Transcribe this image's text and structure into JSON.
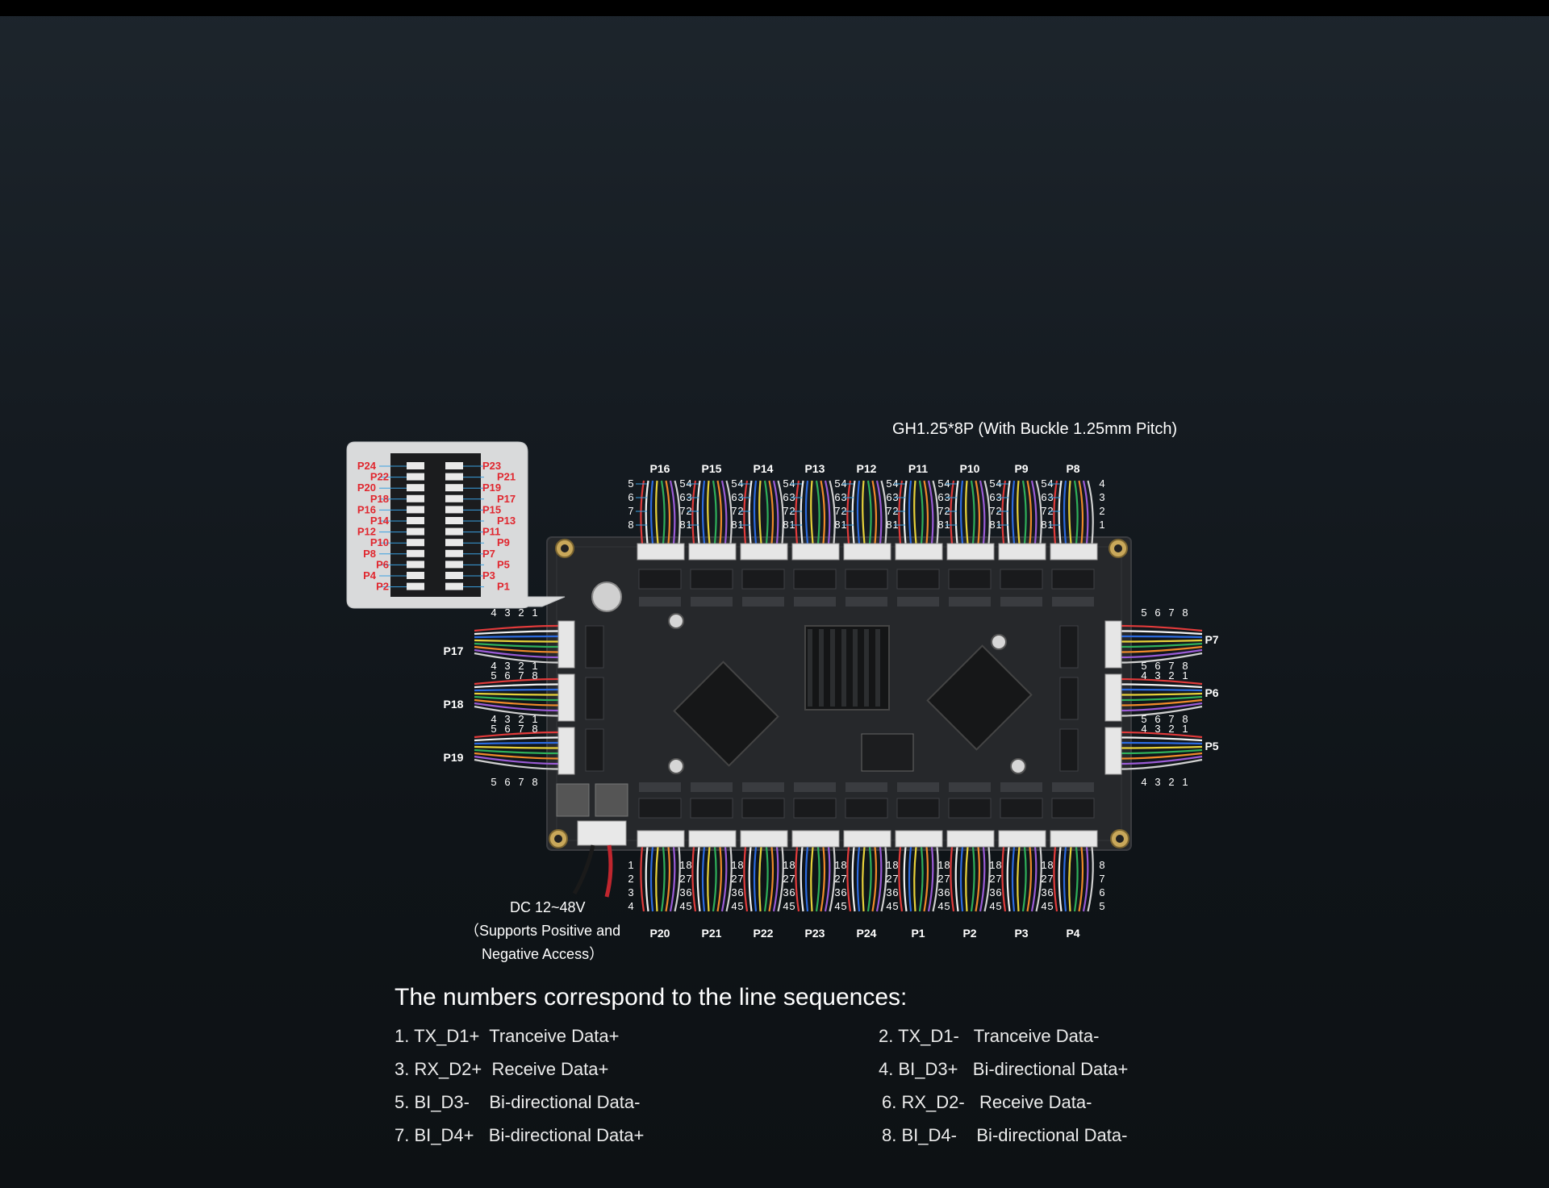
{
  "connector_title": "GH1.25*8P (With Buckle 1.25mm Pitch)",
  "power": {
    "line1": "DC 12~48V",
    "line2": "（Supports Positive and",
    "line3": "Negative Access）"
  },
  "top_ports": [
    "P16",
    "P15",
    "P14",
    "P13",
    "P12",
    "P11",
    "P10",
    "P9",
    "P8"
  ],
  "bottom_ports": [
    "P20",
    "P21",
    "P22",
    "P23",
    "P24",
    "P1",
    "P2",
    "P3",
    "P4"
  ],
  "left_ports": [
    "P17",
    "P18",
    "P19"
  ],
  "right_ports": [
    "P7",
    "P6",
    "P5"
  ],
  "top_pin_rows": [
    "5",
    "6",
    "7",
    "8"
  ],
  "top_pin_rows_right": [
    "4",
    "3",
    "2",
    "1"
  ],
  "bottom_pin_rows": [
    "1",
    "2",
    "3",
    "4"
  ],
  "bottom_pin_rows_right": [
    "8",
    "7",
    "6",
    "5"
  ],
  "inset": {
    "left_labels": [
      "P24",
      "P22",
      "P20",
      "P18",
      "P16",
      "P14",
      "P12",
      "P10",
      "P8",
      "P6",
      "P4",
      "P2"
    ],
    "right_labels": [
      "P23",
      "P21",
      "P19",
      "P17",
      "P15",
      "P13",
      "P11",
      "P9",
      "P7",
      "P5",
      "P3",
      "P1"
    ]
  },
  "legend": {
    "title": "The numbers correspond to the line sequences:",
    "items": [
      {
        "text": "1. TX_D1+  Tranceive Data+"
      },
      {
        "text": "2. TX_D1-   Tranceive Data-"
      },
      {
        "text": "3. RX_D2+  Receive Data+"
      },
      {
        "text": "4. BI_D3+   Bi-directional Data+"
      },
      {
        "text": "5. BI_D3-    Bi-directional Data-"
      },
      {
        "text": "6. RX_D2-   Receive Data-"
      },
      {
        "text": "7. BI_D4+   Bi-directional Data+"
      },
      {
        "text": "8. BI_D4-    Bi-directional Data-"
      }
    ]
  },
  "colors": {
    "pcb": "#2a2c2f",
    "label_red": "#e0262e",
    "pin_line_blue": "#3aa0e0",
    "wire_colors": [
      "#e23b3b",
      "#f2f2f2",
      "#2c6be0",
      "#e8d23a",
      "#2fb05a",
      "#f08a2a",
      "#9b5bd6",
      "#d0d0d0"
    ]
  }
}
